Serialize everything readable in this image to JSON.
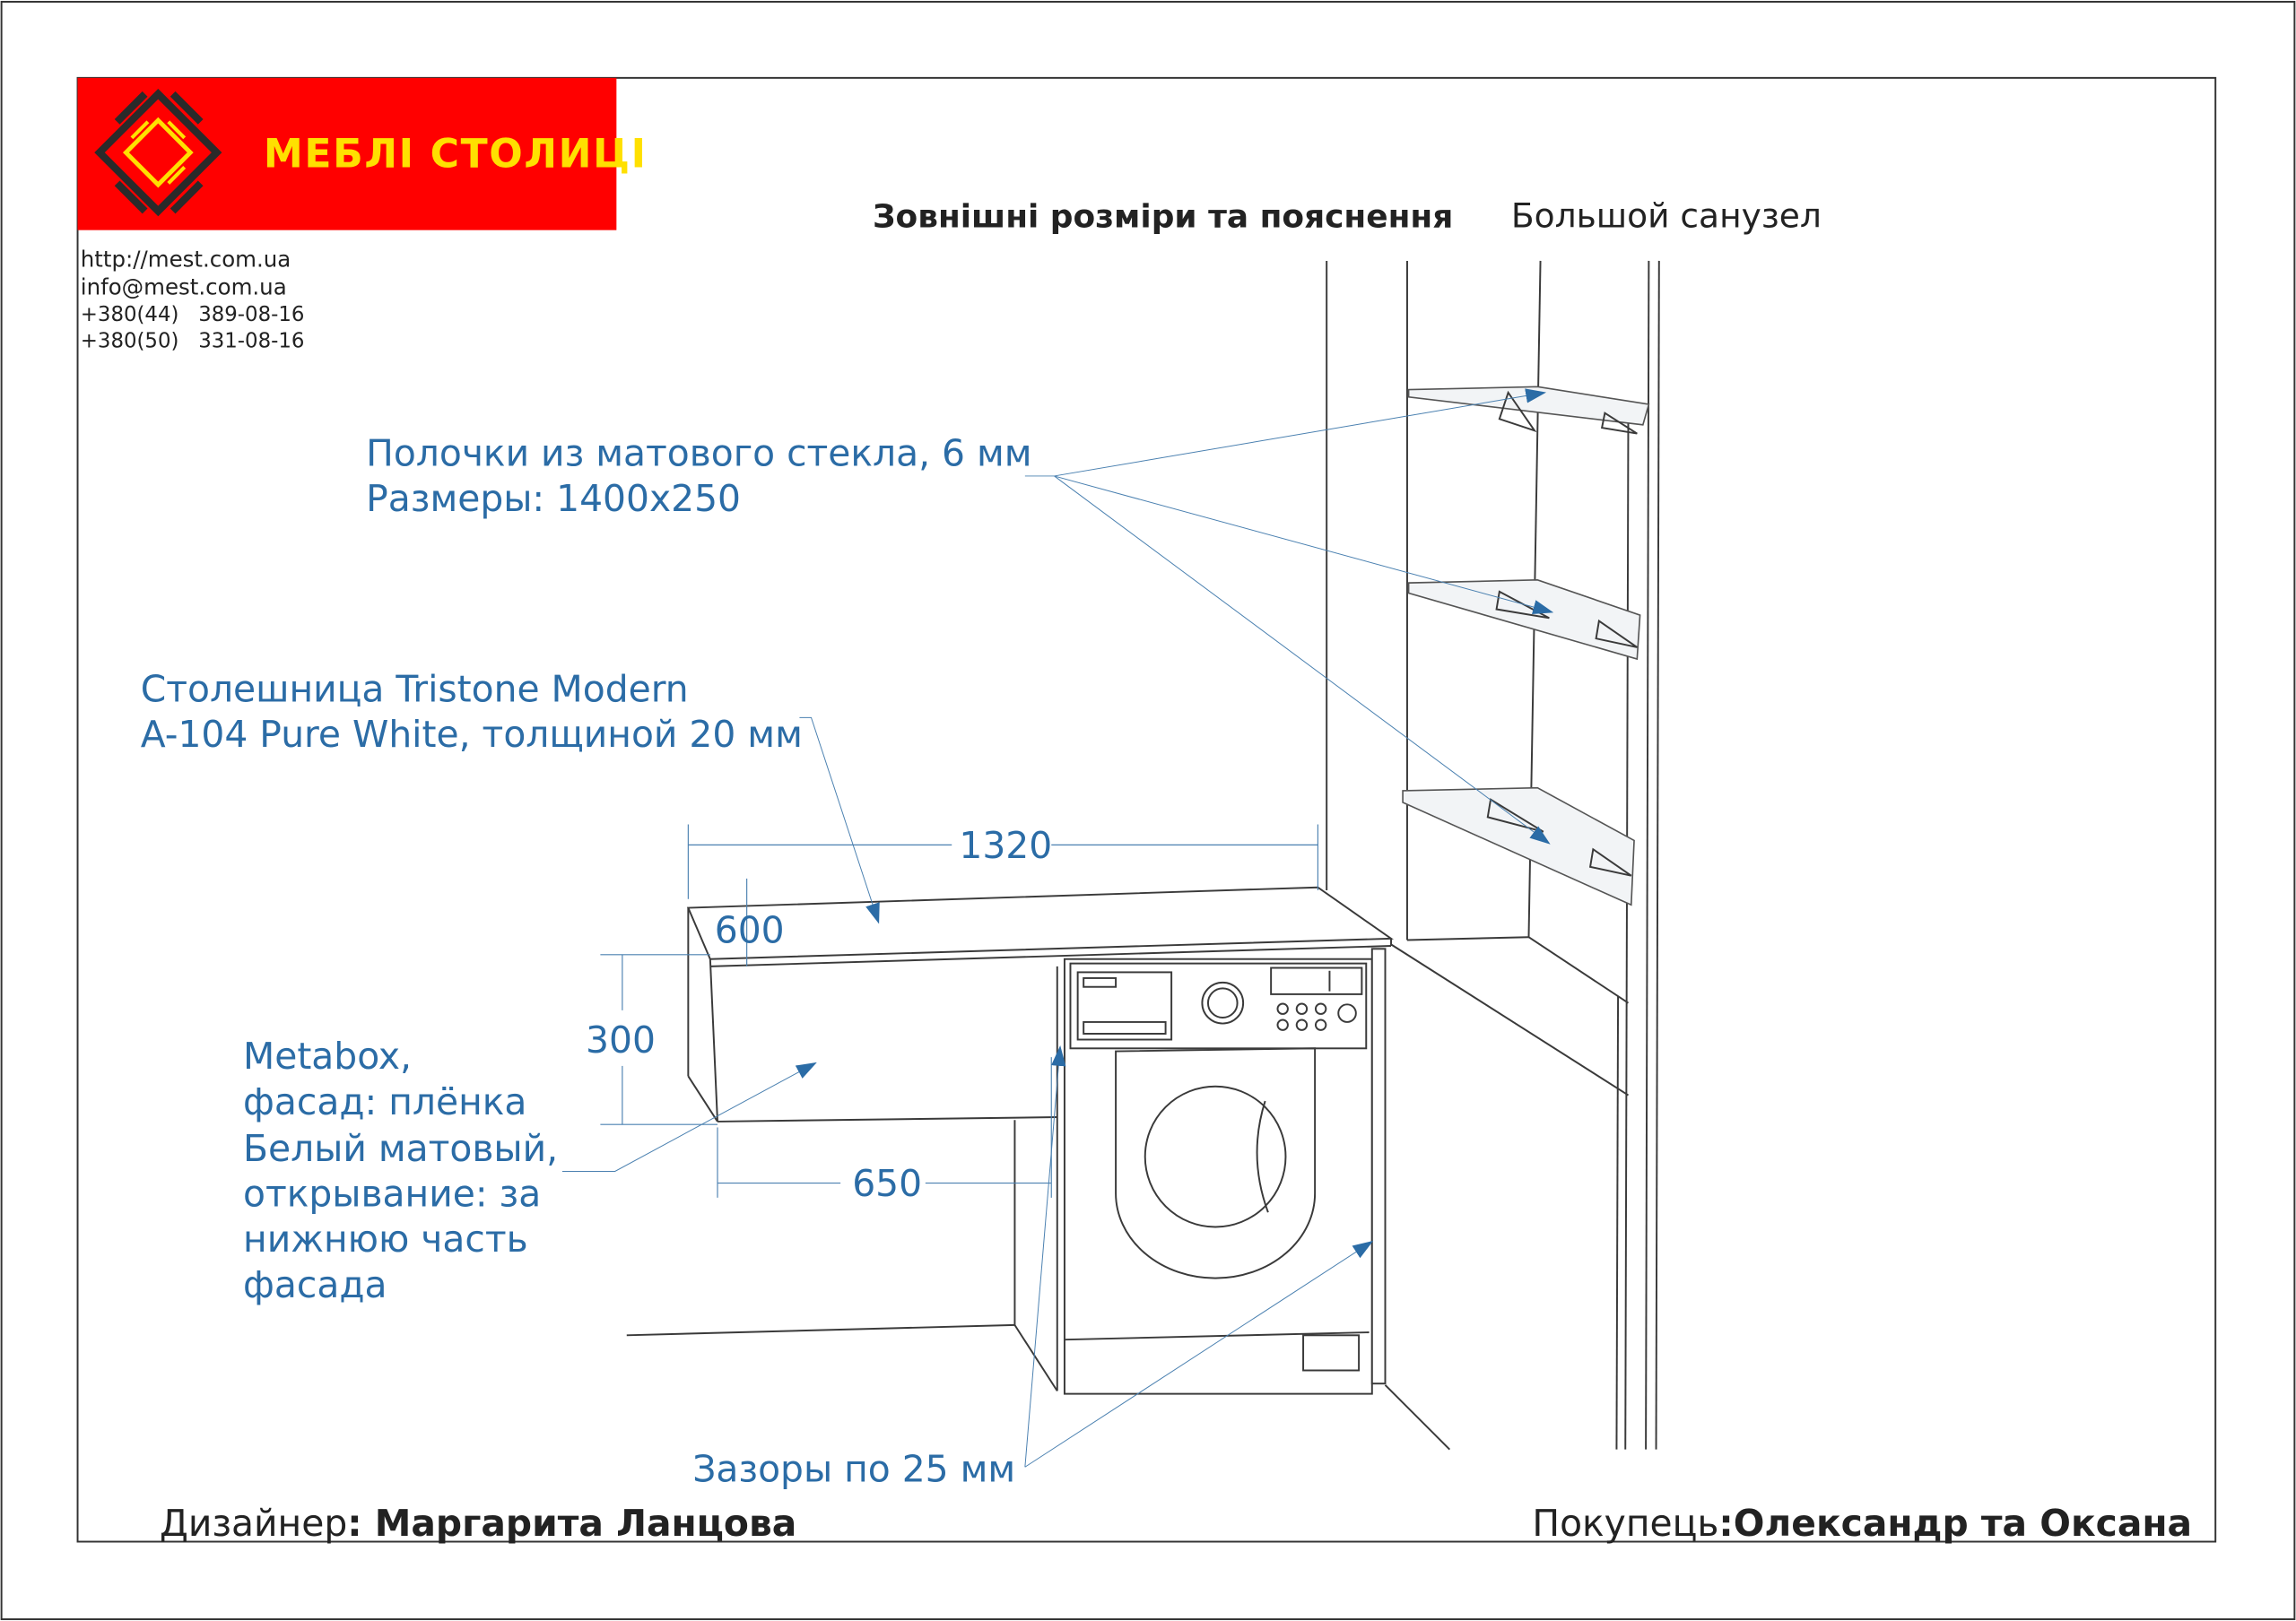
{
  "logo": {
    "brand_text": "МЕБЛІ СТОЛИЦІ",
    "background": "#ff0000",
    "accent": "#ffe000",
    "dark": "#2a2a2a"
  },
  "contacts": [
    "http://mest.com.ua",
    "info@mest.com.ua",
    "+380(44)   389-08-16",
    "+380(50)   331-08-16"
  ],
  "header": {
    "title": "Зовнішні розміри та пояснення",
    "subtitle": "Большой санузел"
  },
  "annotations": {
    "shelves": [
      "Полочки из матового стекла, 6 мм",
      "Размеры: 1400x250"
    ],
    "countertop": [
      "Столешница Tristone Modern",
      "A-104 Pure White, толщиной 20 мм"
    ],
    "metabox": [
      "Metabox,",
      "фасад: плёнка",
      "Белый матовый,",
      "открывание: за",
      "нижнюю часть",
      "фасада"
    ],
    "gaps": "Зазоры по 25 мм"
  },
  "dimensions": {
    "width": "1320",
    "depth": "600",
    "height": "300",
    "box_width": "650"
  },
  "footer": {
    "designer_label": "Дизайнер",
    "designer_name": ": Маргарита Ланцова",
    "customer_label": "Покупець",
    "customer_name": ":Олександр та Оксана"
  },
  "colors": {
    "annotation": "#2b6ca6",
    "leader": "#4a80b0"
  }
}
